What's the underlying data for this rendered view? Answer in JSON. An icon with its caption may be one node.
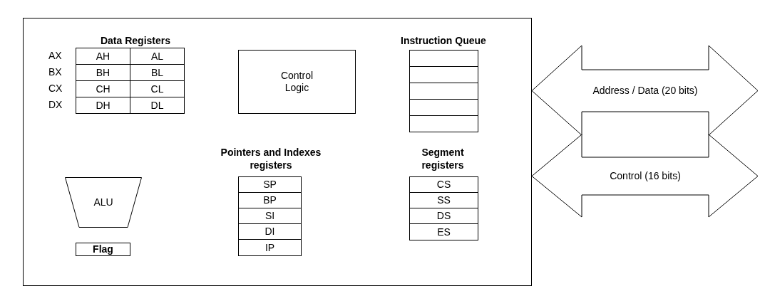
{
  "diagram": {
    "nodes": [
      {
        "text": [],
        "shape": "box"
      },
      {
        "text": [
          "AH"
        ],
        "in": 0
      },
      {
        "text": [
          "AL"
        ],
        "in": 0
      },
      {
        "text": [
          "BH"
        ],
        "in": 0
      },
      {
        "text": [
          "BL"
        ],
        "in": 0
      },
      {
        "text": [
          "CH"
        ],
        "in": 0
      },
      {
        "text": [
          "CL"
        ],
        "in": 0
      },
      {
        "text": [
          "DH"
        ],
        "in": 0
      },
      {
        "text": [
          "DL"
        ],
        "in": 0
      },
      {
        "text": [
          "Control Logic"
        ],
        "in": 0
      },
      {
        "text": [],
        "shape": "box",
        "in": 0
      },
      {
        "text": [],
        "shape": "box",
        "in": 0
      },
      {
        "text": [],
        "shape": "box",
        "in": 0
      },
      {
        "text": [],
        "shape": "box",
        "in": 0
      },
      {
        "text": [],
        "shape": "box",
        "in": 0
      },
      {
        "text": [
          "Address / Data (20 bits)"
        ]
      },
      {
        "text": [
          "Control (16 bits)"
        ]
      },
      {
        "text": [
          "ALU"
        ],
        "in": 0
      },
      {
        "text": [
          "SP"
        ],
        "in": 0
      },
      {
        "text": [
          "BP"
        ],
        "in": 0
      },
      {
        "text": [
          "SI"
        ],
        "in": 0
      },
      {
        "text": [
          "DI"
        ],
        "in": 0
      },
      {
        "text": [
          "IP"
        ],
        "in": 0
      },
      {
        "text": [
          "CS"
        ],
        "in": 0
      },
      {
        "text": [
          "SS"
        ],
        "in": 0
      },
      {
        "text": [
          "DS"
        ],
        "in": 0
      },
      {
        "text": [
          "ES"
        ],
        "in": 0
      },
      {
        "text": [
          "Flag"
        ],
        "in": 0
      }
    ],
    "labels": [
      "Data Registers",
      "Instruction Queue",
      "AX",
      "BX",
      "CX",
      "DX",
      "Pointers and Indexes registers",
      "Segment registers"
    ]
  }
}
